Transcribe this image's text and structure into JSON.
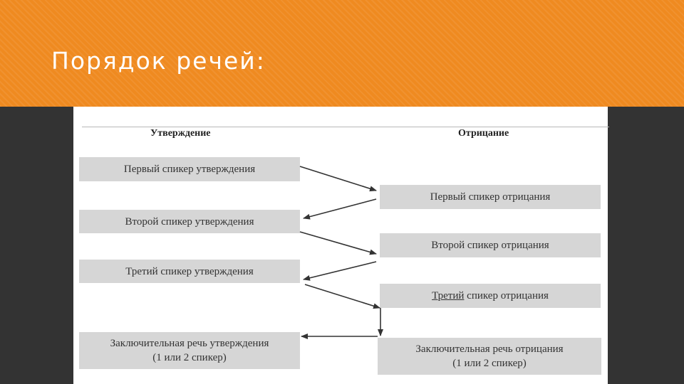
{
  "slide": {
    "title": "Порядок речей:",
    "accent_color": "#ef8a20",
    "background_color": "#333333"
  },
  "diagram": {
    "columns": {
      "affirmative": "Утверждение",
      "negative": "Отрицание"
    },
    "affirmative_boxes": [
      "Первый спикер утверждения",
      "Второй спикер утверждения",
      "Третий спикер утверждения"
    ],
    "negative_boxes": [
      "Первый спикер отрицания",
      "Второй спикер отрицания"
    ],
    "negative_third": {
      "underlined": "Третий",
      "rest": " спикер отрицания"
    },
    "affirmative_final": {
      "line1": "Заключительная речь утверждения",
      "line2": "(1 или 2 спикер)"
    },
    "negative_final": {
      "line1": "Заключительная речь отрицания",
      "line2": "(1 или 2 спикер)"
    },
    "box_color": "#d6d6d6",
    "arrow_color": "#333333"
  }
}
